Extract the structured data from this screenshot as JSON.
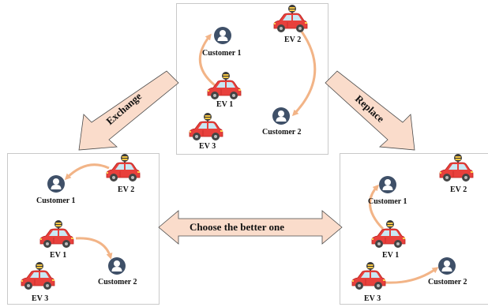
{
  "labels": {
    "customer_1": "Customer 1",
    "customer_2": "Customer 2",
    "ev_1": "EV 1",
    "ev_2": "EV 2",
    "ev_3": "EV 3"
  },
  "arrows": {
    "exchange": "Exchange",
    "replace": "Replace",
    "choose": "Choose the better one"
  },
  "colors": {
    "car_body": "#e8403c",
    "car_dark": "#b9231f",
    "window": "#c9e8f4",
    "tire": "#444444",
    "customer_icon": "#3f5068",
    "route_arrow": "#f2b487",
    "big_arrow_fill": "#fadccb",
    "big_arrow_stroke": "#4a4a4a",
    "panel_border": "#c9c9c9"
  }
}
